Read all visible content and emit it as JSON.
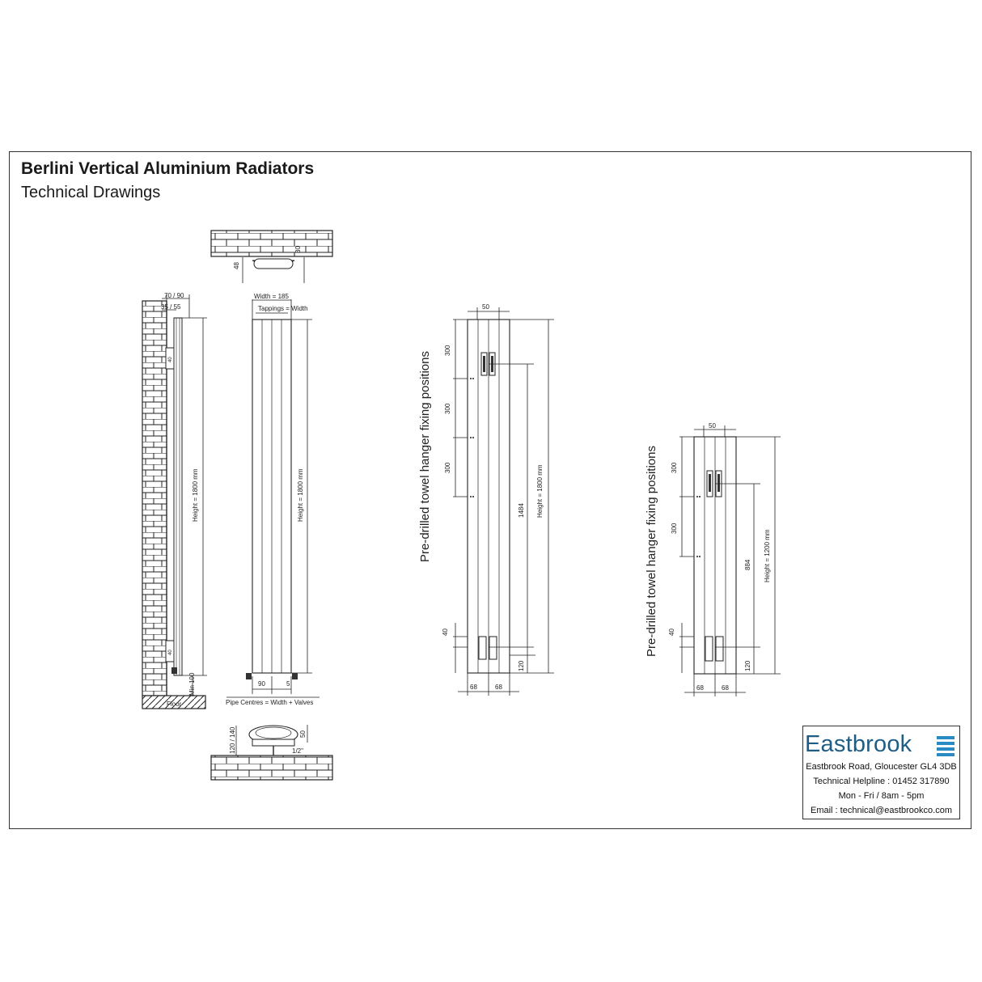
{
  "header": {
    "title": "Berlini Vertical Aluminium Radiators",
    "subtitle": "Technical Drawings"
  },
  "side_view": {
    "dim_top_outer": "70 / 90",
    "dim_top_inner": "35 / 55",
    "bracket_label": "40",
    "height_label": "Height = 1800 mm",
    "min_label": "Min 100",
    "floor_label": "Floor"
  },
  "front_view": {
    "width_label": "Width = 185",
    "tappings_label": "Tappings = Width",
    "height_label": "Height = 1800 mm",
    "dim_90": "90",
    "dim_5": "5",
    "pipe_centres_label": "Pipe Centres = Width + Valves"
  },
  "plan_top": {
    "dim_48": "48",
    "dim_30": "30"
  },
  "plan_bottom": {
    "dim_120_140": "120 / 140",
    "dim_50": "50",
    "pipe_label": "1/2\""
  },
  "towel_1800": {
    "caption": "Pre-drilled towel hanger fixing positions",
    "dim_top": "50",
    "spacing_1": "300",
    "spacing_2": "300",
    "spacing_3": "300",
    "dim_40": "40",
    "dim_1484": "1484",
    "height_label": "Height = 1800 mm",
    "dim_120": "120",
    "dim_68_left": "68",
    "dim_68_right": "68"
  },
  "towel_1200": {
    "caption": "Pre-drilled towel hanger fixing positions",
    "dim_top": "50",
    "spacing_1": "300",
    "spacing_2": "300",
    "dim_40": "40",
    "dim_884": "884",
    "height_label": "Height = 1200 mm",
    "dim_120": "120",
    "dim_68_left": "68",
    "dim_68_right": "68"
  },
  "contact": {
    "brand": "Eastbrook",
    "brand_color": "#1f5d84",
    "icon": "wave-lines-icon",
    "address": "Eastbrook Road, Gloucester GL4 3DB",
    "helpline": "Technical Helpline : 01452 317890",
    "hours": "Mon - Fri / 8am - 5pm",
    "email": "Email : technical@eastbrookco.com"
  }
}
